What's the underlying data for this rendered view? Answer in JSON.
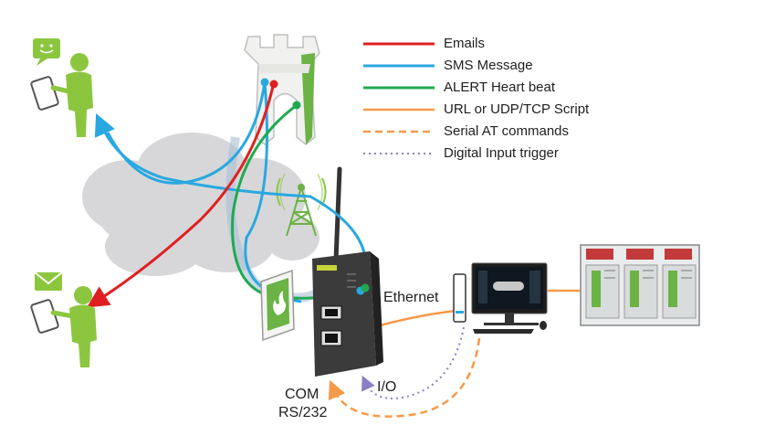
{
  "legend": {
    "items": [
      {
        "label": "Emails",
        "color": "#e02020",
        "style": "solid"
      },
      {
        "label": "SMS Message",
        "color": "#29a8e0",
        "style": "solid"
      },
      {
        "label": "ALERT Heart beat",
        "color": "#1faa50",
        "style": "solid"
      },
      {
        "label": "URL or UDP/TCP Script",
        "color": "#f59a4a",
        "style": "solid"
      },
      {
        "label": "Serial AT commands",
        "color": "#f59a4a",
        "style": "dashed"
      },
      {
        "label": "Digital Input trigger",
        "color": "#8a7fc4",
        "style": "dotted"
      }
    ]
  },
  "labels": {
    "ethernet": "Ethernet",
    "io": "I/O",
    "com": "COM",
    "rs232": "RS/232"
  },
  "colors": {
    "person_green": "#8cc63f",
    "cloud_gray": "#d7d7d9",
    "tower_green": "#6ab344",
    "router_body": "#3b3b3b"
  }
}
